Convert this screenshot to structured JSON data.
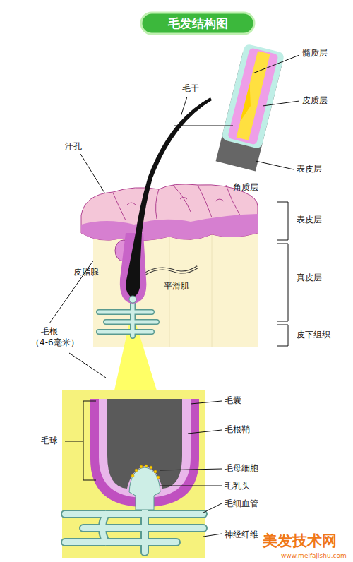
{
  "diagram": {
    "title": "毛发结构图",
    "labels": [
      "髓质层",
      "皮质层",
      "表皮层",
      "毛干",
      "汗孔",
      "角质层",
      "表皮层",
      "真皮层",
      "皮脂腺",
      "平滑肌",
      "皮下组织",
      "毛根",
      "（4-6毫米）",
      "毛囊",
      "毛根鞘",
      "毛球",
      "毛母细胞",
      "毛乳头",
      "毛细血管",
      "神经纤维",
      "美发技术网",
      "www.meifajishu.com"
    ]
  }
}
